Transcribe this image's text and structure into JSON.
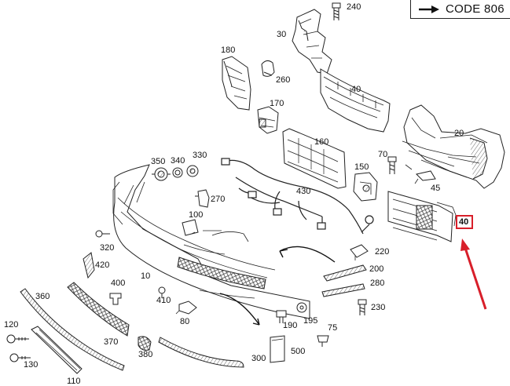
{
  "legend": {
    "arrow_text": "CODE 806"
  },
  "highlight": {
    "part": "40",
    "color": "#d81f2a"
  },
  "parts": [
    {
      "id": "240",
      "label": "240"
    },
    {
      "id": "30",
      "label": "30"
    },
    {
      "id": "180",
      "label": "180"
    },
    {
      "id": "260",
      "label": "260"
    },
    {
      "id": "40a",
      "label": "40"
    },
    {
      "id": "170",
      "label": "170"
    },
    {
      "id": "20",
      "label": "20"
    },
    {
      "id": "160",
      "label": "160"
    },
    {
      "id": "70",
      "label": "70"
    },
    {
      "id": "150",
      "label": "150"
    },
    {
      "id": "45",
      "label": "45"
    },
    {
      "id": "350",
      "label": "350"
    },
    {
      "id": "340",
      "label": "340"
    },
    {
      "id": "330",
      "label": "330"
    },
    {
      "id": "430",
      "label": "430"
    },
    {
      "id": "270",
      "label": "270"
    },
    {
      "id": "100",
      "label": "100"
    },
    {
      "id": "320",
      "label": "320"
    },
    {
      "id": "220",
      "label": "220"
    },
    {
      "id": "420",
      "label": "420"
    },
    {
      "id": "200",
      "label": "200"
    },
    {
      "id": "280",
      "label": "280"
    },
    {
      "id": "10",
      "label": "10"
    },
    {
      "id": "400",
      "label": "400"
    },
    {
      "id": "360",
      "label": "360"
    },
    {
      "id": "410",
      "label": "410"
    },
    {
      "id": "230",
      "label": "230"
    },
    {
      "id": "80",
      "label": "80"
    },
    {
      "id": "190",
      "label": "190"
    },
    {
      "id": "195",
      "label": "195"
    },
    {
      "id": "75",
      "label": "75"
    },
    {
      "id": "120",
      "label": "120"
    },
    {
      "id": "370",
      "label": "370"
    },
    {
      "id": "380",
      "label": "380"
    },
    {
      "id": "300",
      "label": "300"
    },
    {
      "id": "500",
      "label": "500"
    },
    {
      "id": "130",
      "label": "130"
    },
    {
      "id": "110",
      "label": "110"
    }
  ]
}
